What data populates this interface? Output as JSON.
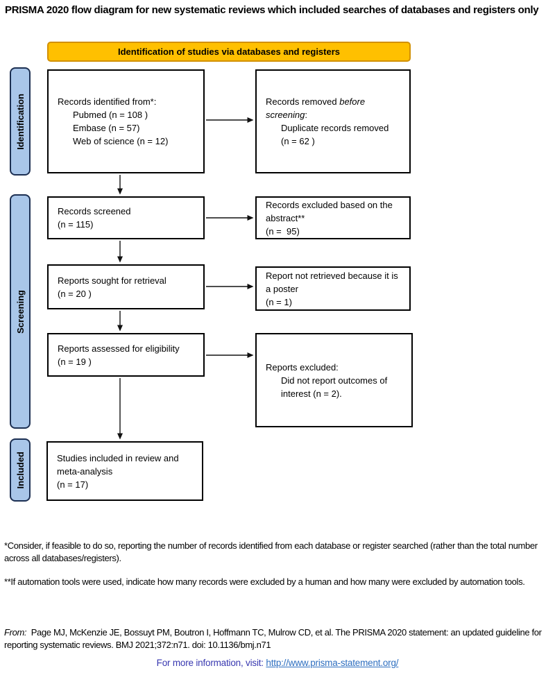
{
  "title": "PRISMA 2020 flow diagram for new systematic reviews which included searches of databases and registers only",
  "banner": {
    "label": "Identification of studies via databases and registers"
  },
  "sidebars": [
    {
      "label": "Identification"
    },
    {
      "label": "Screening"
    },
    {
      "label": "Included"
    }
  ],
  "boxes": {
    "identified": {
      "line1": "Records identified from*:",
      "items": [
        "Pubmed (n = 108 )",
        "Embase (n = 57)",
        "Web of science (n = 12)"
      ]
    },
    "removed": {
      "prefix": "Records removed ",
      "italic": "before screening",
      "suffix": ":",
      "items": [
        "Duplicate records removed",
        "(n = 62 )"
      ]
    },
    "screened": {
      "lines": [
        "Records screened",
        "(n = 115)"
      ]
    },
    "excluded_abstract": {
      "lines": [
        "Records excluded based on the abstract**",
        "(n =  95)"
      ]
    },
    "sought": {
      "lines": [
        "Reports sought for retrieval",
        "(n = 20 )"
      ]
    },
    "not_retrieved": {
      "lines": [
        "Report not retrieved because it is a poster",
        "(n = 1)"
      ]
    },
    "assessed": {
      "lines": [
        "Reports assessed for eligibility",
        "(n = 19 )"
      ]
    },
    "reports_excluded": {
      "line1": "Reports excluded:",
      "items": [
        "Did not report outcomes of interest (n = 2)."
      ]
    },
    "included": {
      "lines": [
        "Studies included in review and meta-analysis",
        "(n = 17)"
      ]
    }
  },
  "footnotes": [
    "*Consider, if feasible to do so, reporting the number of records identified from each database or register searched (rather than the total number across all databases/registers).",
    "**If automation tools were used, indicate how many records were excluded by a human and how many were excluded by automation tools."
  ],
  "citation": {
    "from_label": "From:",
    "text": "  Page MJ, McKenzie JE, Bossuyt PM, Boutron I, Hoffmann TC, Mulrow CD, et al. The PRISMA 2020 statement: an updated guideline for reporting systematic reviews. BMJ 2021;372:n71. doi: 10.1136/bmj.n71"
  },
  "footer_link": {
    "label": "For more information, visit: ",
    "url_text": "http://www.prisma-statement.org/"
  },
  "colors": {
    "banner_fill": "#FFC000",
    "banner_border": "#D29000",
    "sidebar_fill": "#A9C6E9",
    "sidebar_border": "#1C2F52",
    "box_border": "#000000",
    "footer_label_blue": "#3838B0",
    "link_blue": "#2E6FC0"
  }
}
